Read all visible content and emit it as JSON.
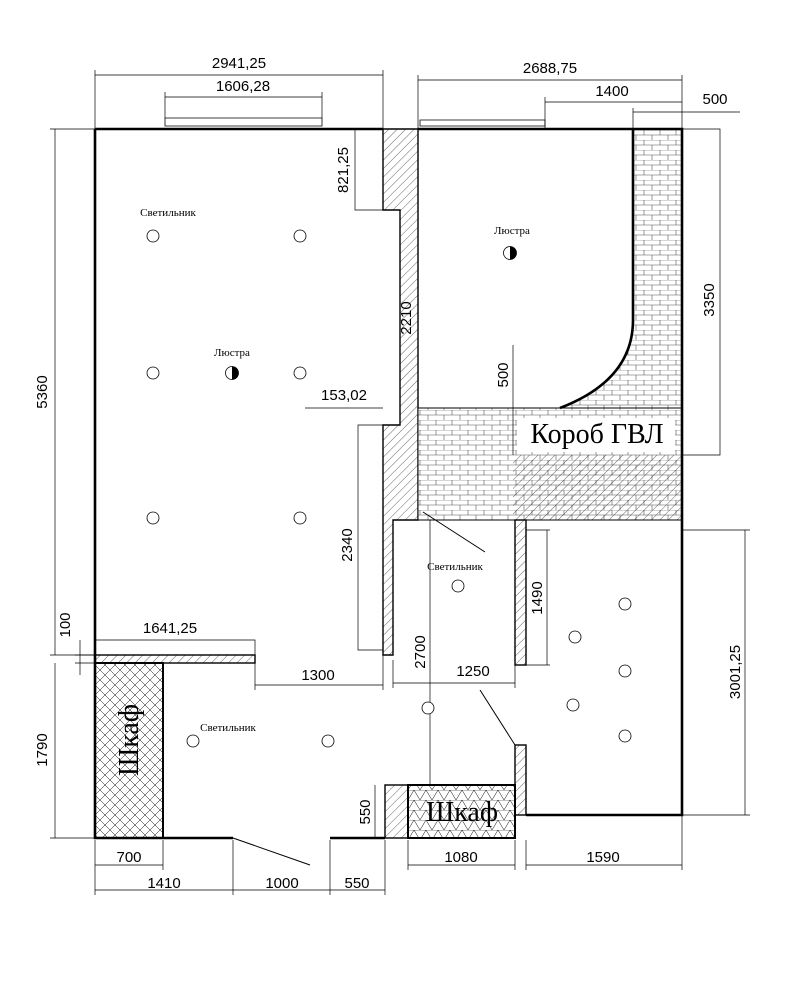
{
  "labels": {
    "light": "Светильник",
    "chandelier": "Люстра",
    "gvl_box": "Короб ГВЛ",
    "wardrobe": "Шкаф"
  },
  "dimensions": {
    "top_left_total": "2941,25",
    "top_left_window": "1606,28",
    "top_right_total": "2688,75",
    "top_right_1400": "1400",
    "top_right_500": "500",
    "left_height": "5360",
    "wall_step": "821,25",
    "wall_2210": "2210",
    "wall_153": "153,02",
    "wall_2340": "2340",
    "box_500": "500",
    "right_3350": "3350",
    "left_100": "100",
    "partition_1641": "1641,25",
    "opening_1300": "1300",
    "corridor_2700": "2700",
    "corridor_1250": "1250",
    "bath_1490": "1490",
    "right_3001": "3001,25",
    "left_1790": "1790",
    "wardrobe_550": "550",
    "bottom_700": "700",
    "bottom_1410": "1410",
    "bottom_1000": "1000",
    "bottom_550": "550",
    "bottom_1080": "1080",
    "bottom_1590": "1590"
  }
}
